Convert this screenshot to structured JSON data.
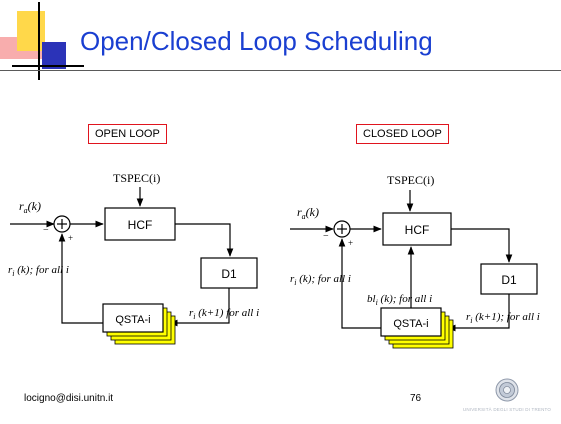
{
  "slide": {
    "title": "Open/Closed Loop Scheduling",
    "footer_email": "locigno@disi.unitn.it",
    "page_number": "76",
    "logo_text": "UNIVERSITÀ DEGLI STUDI DI TRENTO"
  },
  "open_loop": {
    "label": "OPEN LOOP",
    "tspec": "TSPEC(i)",
    "input": "r",
    "input_sub": "a",
    "input_arg": "(k)",
    "minus": "−",
    "plus": "+",
    "hcf": "HCF",
    "d1": "D1",
    "qsta": "QSTA-i",
    "feedback": "r",
    "feedback_sub": "i",
    "feedback_arg": " (k); for all i",
    "out": "r",
    "out_sub": "i",
    "out_arg": " (k+1)  for all i"
  },
  "closed_loop": {
    "label": "CLOSED LOOP",
    "tspec": "TSPEC(i)",
    "input": "r",
    "input_sub": "a",
    "input_arg": "(k)",
    "minus": "−",
    "plus": "+",
    "hcf": "HCF",
    "d1": "D1",
    "qsta": "QSTA-i",
    "feedback": "r",
    "feedback_sub": "i",
    "feedback_arg": " (k); for all i",
    "bl": "bl",
    "bl_sub": "i",
    "bl_arg": " (k); for all i",
    "out": "r",
    "out_sub": "i",
    "out_arg": " (k+1); for all i"
  }
}
